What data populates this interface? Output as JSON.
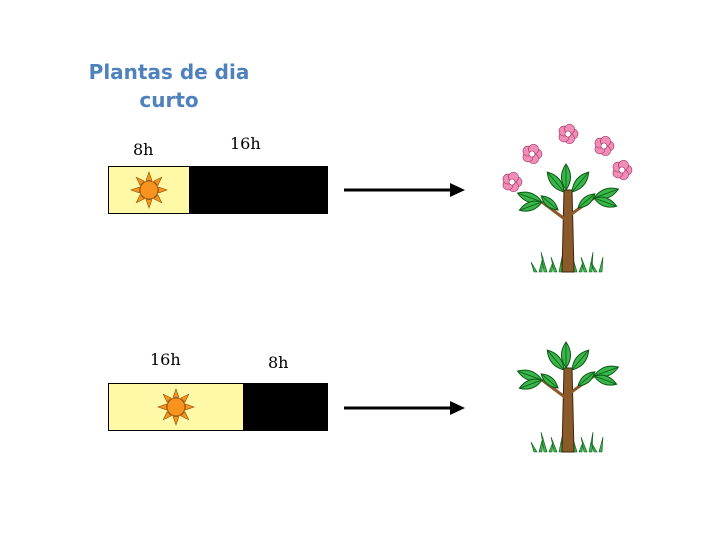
{
  "title": {
    "line1": "Plantas de dia",
    "line2": "curto"
  },
  "colors": {
    "title": "#4f81bd",
    "day": "#fff8a6",
    "night": "#000000",
    "sun": "#f7931e",
    "petal": "#f28cb8",
    "leaf": "#39b54a",
    "trunk": "#8b5a2b"
  },
  "rows": [
    {
      "light_label": "8h",
      "dark_label": "16h",
      "light_hours": 8,
      "dark_hours": 16,
      "flowering": true
    },
    {
      "light_label": "16h",
      "dark_label": "8h",
      "light_hours": 16,
      "dark_hours": 8,
      "flowering": false
    }
  ]
}
